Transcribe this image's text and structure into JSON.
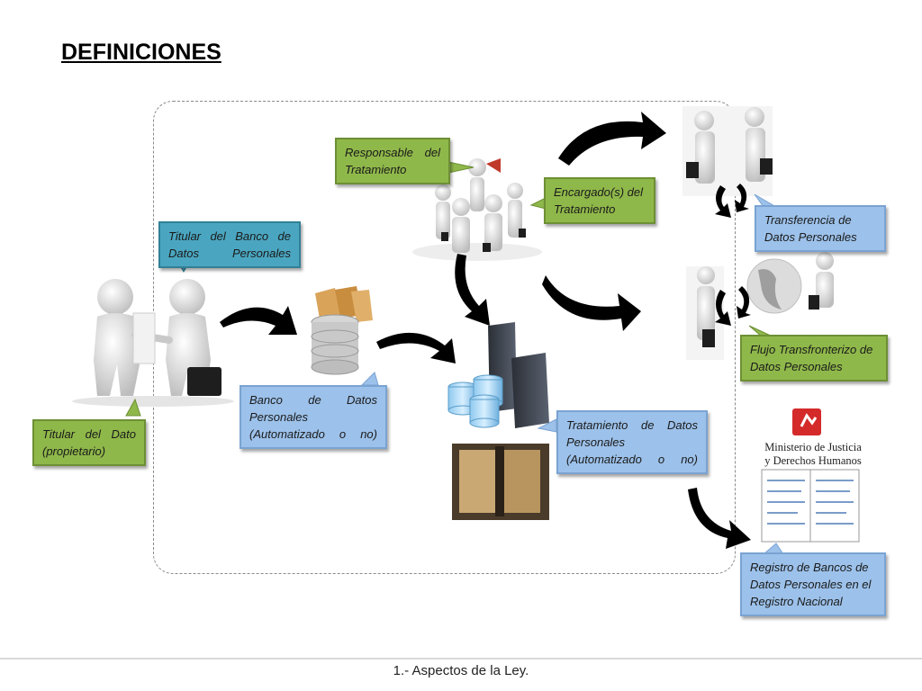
{
  "title": "DEFINICIONES",
  "callouts": {
    "titular_dato": "Titular del Dato (propietario)",
    "titular_banco": "Titular del Banco de Datos Personales",
    "responsable": "Responsable del Tratamiento",
    "encargado": "Encargado(s) del Tratamiento",
    "banco": "Banco de Datos Personales (Automatizado o no)",
    "tratamiento": "Tratamiento de Datos Personales (Automatizado o no)",
    "transferencia": "Transferencia de Datos Personales",
    "flujo": "Flujo Transfronterizo de Datos Personales",
    "registro": "Registro de Bancos de Datos Personales en el Registro Nacional"
  },
  "logo": {
    "line1": "Ministerio de Justicia",
    "line2": "y Derechos Humanos"
  },
  "footer": "1.- Aspectos de la Ley.",
  "colors": {
    "green": "#8fb84a",
    "teal": "#4aa6c0",
    "blue": "#9cc1ea"
  },
  "icons": [
    "handshake-figures-icon",
    "file-database-icon",
    "meeting-figures-icon",
    "servers-icon",
    "archive-room-image",
    "handshake-pair-icon",
    "globe-figures-icon",
    "ministry-logo-icon",
    "document-pages-icon"
  ]
}
